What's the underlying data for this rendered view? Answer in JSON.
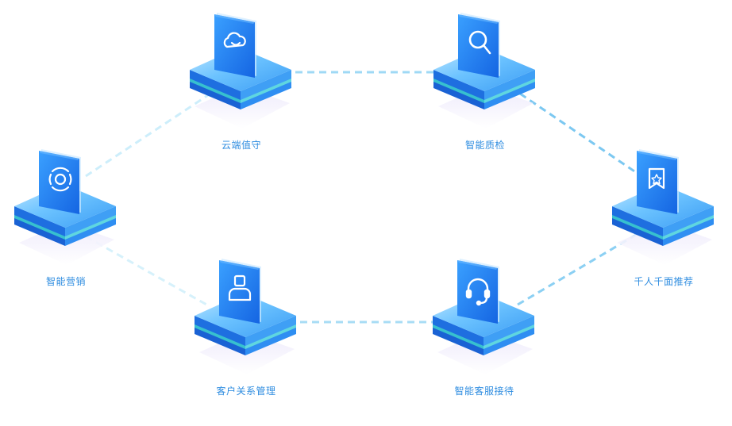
{
  "nodes": [
    {
      "id": "cloud",
      "label": "云端值守",
      "icon": "cloud-icon"
    },
    {
      "id": "quality",
      "label": "智能质检",
      "icon": "magnifier-icon"
    },
    {
      "id": "marketing",
      "label": "智能营销",
      "icon": "orbit-icon"
    },
    {
      "id": "recommend",
      "label": "千人千面推荐",
      "icon": "star-badge-icon"
    },
    {
      "id": "crm",
      "label": "客户关系管理",
      "icon": "user-icon"
    },
    {
      "id": "service",
      "label": "智能客服接待",
      "icon": "headset-icon"
    }
  ],
  "colors": {
    "tile_top": "#58b8ff",
    "tile_side_light": "#2b8df0",
    "tile_side_dark": "#1765d8",
    "stripe": "#36c2d6",
    "card": "#1f7cf3",
    "line": "#8fd0f2",
    "label": "#2f8de0"
  }
}
